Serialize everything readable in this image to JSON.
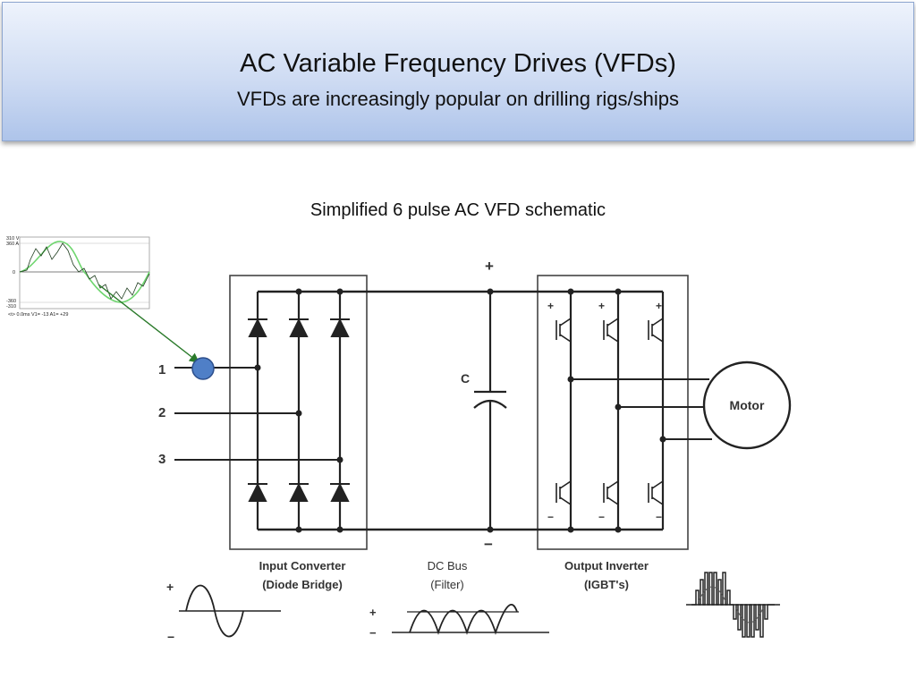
{
  "slide": {
    "title": "AC Variable Frequency Drives (VFDs)",
    "subtitle": "VFDs are increasingly popular on drilling rigs/ships",
    "caption": "Simplified 6 pulse AC VFD schematic"
  },
  "schematic": {
    "inputs": [
      "1",
      "2",
      "3"
    ],
    "polarity_plus": "+",
    "polarity_minus": "−",
    "capacitor_label": "C",
    "motor_label": "Motor",
    "input_converter": {
      "line1": "Input Converter",
      "line2": "(Diode Bridge)"
    },
    "dc_bus": {
      "line1": "DC Bus",
      "line2": "(Filter)"
    },
    "output_inverter": {
      "line1": "Output Inverter",
      "line2": "(IGBT's)"
    }
  },
  "scope_inset": {
    "y_top_labels": [
      "310 V",
      "360 A"
    ],
    "y_zero": "0",
    "y_bottom_labels": [
      "-360",
      "-310"
    ],
    "readout": "<t> 0.0ms  V1= -13  A1= +29"
  },
  "colors": {
    "banner_top": "#eef3fc",
    "banner_bottom": "#aec4ea",
    "node_fill": "#4f7fc7",
    "arrow": "#2a7a2a",
    "wave_dark": "#1f3d1f",
    "wave_light": "#6fd66f"
  }
}
